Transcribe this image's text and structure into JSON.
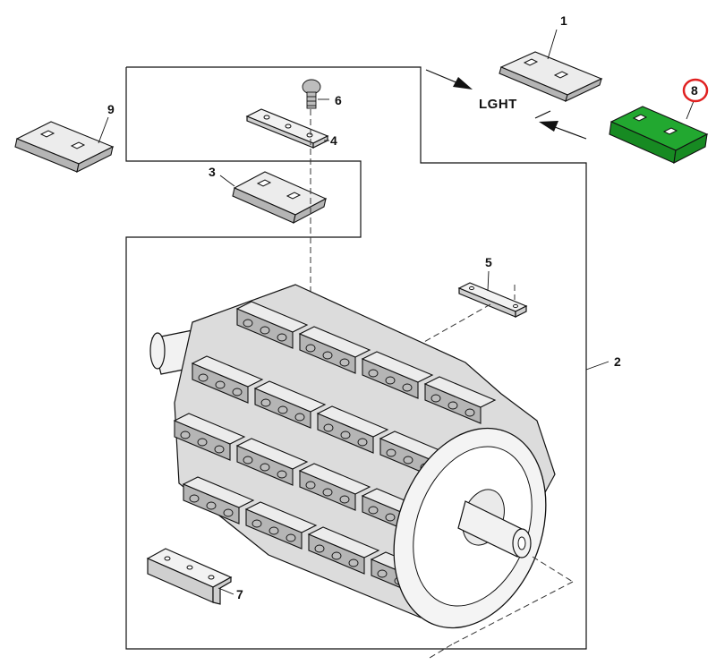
{
  "diagram": {
    "callouts": {
      "c1": "1",
      "c2": "2",
      "c3": "3",
      "c4": "4",
      "c5": "5",
      "c6": "6",
      "c7": "7",
      "c8": "8",
      "c9": "9"
    },
    "direction_label": "LGHT",
    "highlight": {
      "part": "8",
      "fill_color": "#22a830",
      "ring_color": "#e02020"
    }
  }
}
